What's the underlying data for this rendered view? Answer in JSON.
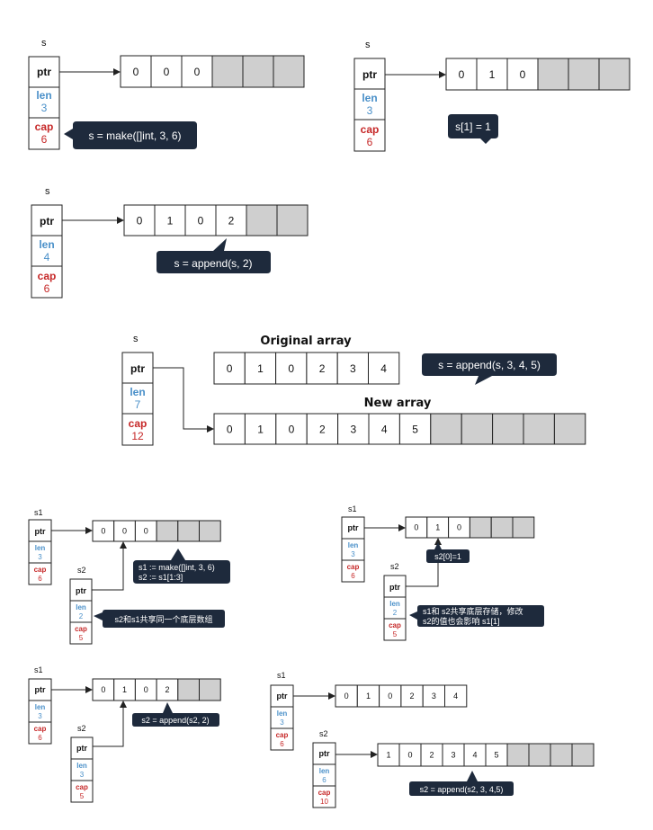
{
  "labels": {
    "s": "s",
    "s1": "s1",
    "s2": "s2",
    "ptr": "ptr",
    "len": "len",
    "cap": "cap",
    "original_array": "Original array",
    "new_array": "New array"
  },
  "d1": {
    "len": "3",
    "cap": "6",
    "cells": [
      "0",
      "0",
      "0",
      "",
      "",
      ""
    ],
    "tip": "s = make([]int, 3, 6)"
  },
  "d2": {
    "len": "3",
    "cap": "6",
    "cells": [
      "0",
      "1",
      "0",
      "",
      "",
      ""
    ],
    "tip": "s[1] = 1"
  },
  "d3": {
    "len": "4",
    "cap": "6",
    "cells": [
      "0",
      "1",
      "0",
      "2",
      "",
      ""
    ],
    "tip": "s = append(s, 2)"
  },
  "d4": {
    "len": "7",
    "cap": "12",
    "orig_cells": [
      "0",
      "1",
      "0",
      "2",
      "3",
      "4"
    ],
    "new_cells": [
      "0",
      "1",
      "0",
      "2",
      "3",
      "4",
      "5",
      "",
      "",
      "",
      "",
      ""
    ],
    "tip": "s = append(s, 3, 4, 5)"
  },
  "d5": {
    "s1_len": "3",
    "s1_cap": "6",
    "s2_len": "2",
    "s2_cap": "5",
    "cells": [
      "0",
      "0",
      "0",
      "",
      "",
      ""
    ],
    "tip_line1": "s1 := make([]int, 3, 6)",
    "tip_line2": "s2 := s1[1:3]",
    "tip2": "s2和s1共享同一个底层数组"
  },
  "d6": {
    "s1_len": "3",
    "s1_cap": "6",
    "s2_len": "2",
    "s2_cap": "5",
    "cells": [
      "0",
      "1",
      "0",
      "",
      "",
      ""
    ],
    "tip": "s2[0]=1",
    "tip2_line1": "s1和 s2共享底层存储，修改",
    "tip2_line2": "s2的值也会影响 s1[1]"
  },
  "d7": {
    "s1_len": "3",
    "s1_cap": "6",
    "s2_len": "3",
    "s2_cap": "5",
    "cells": [
      "0",
      "1",
      "0",
      "2",
      "",
      ""
    ],
    "tip": "s2 = append(s2, 2)"
  },
  "d8": {
    "s1_len": "3",
    "s1_cap": "6",
    "s2_len": "6",
    "s2_cap": "10",
    "s1_cells": [
      "0",
      "1",
      "0",
      "2",
      "3",
      "4"
    ],
    "s2_cells": [
      "1",
      "0",
      "2",
      "3",
      "4",
      "5",
      "",
      "",
      "",
      ""
    ],
    "tip": "s2 = append(s2, 3, 4,5)"
  },
  "colors": {
    "len": "#4a90c9",
    "cap": "#c62828",
    "tooltip": "#1e2a3c",
    "empty_cell": "#cfcfcf"
  }
}
